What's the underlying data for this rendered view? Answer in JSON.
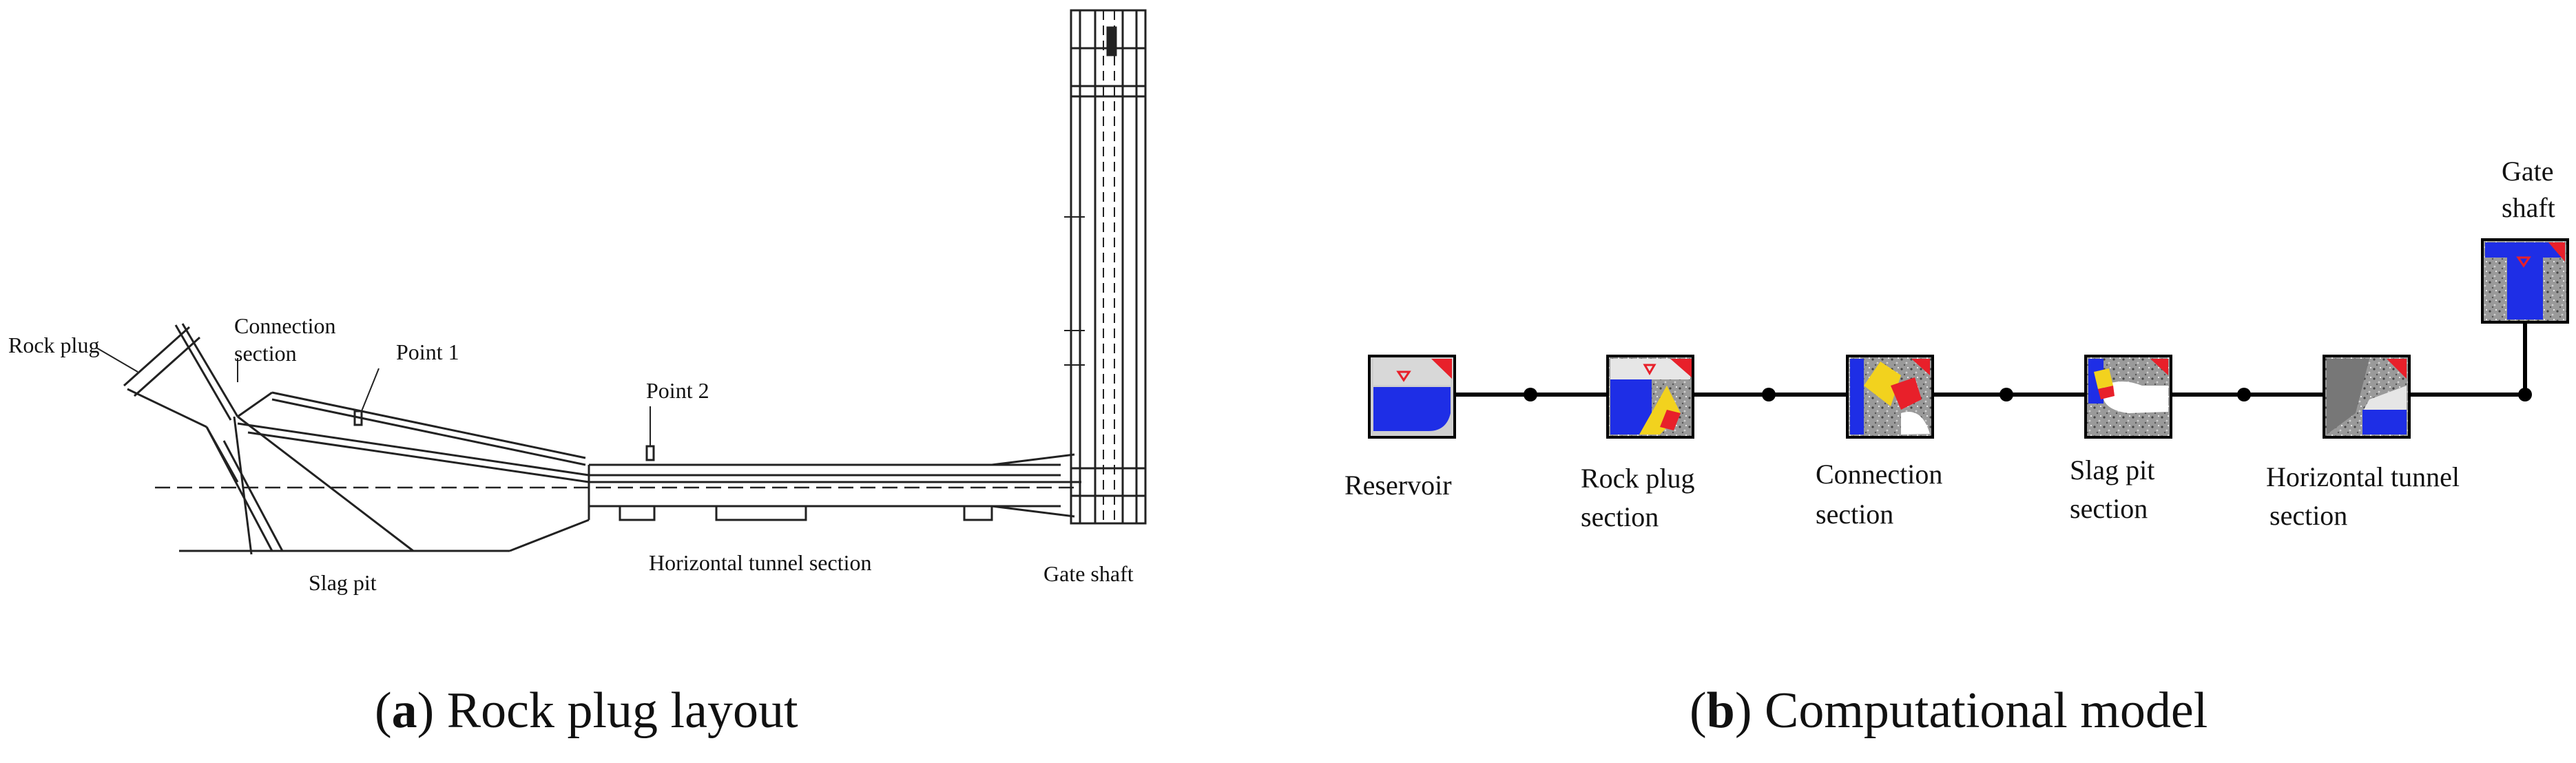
{
  "panel_a": {
    "labels": {
      "rock_plug": "Rock plug",
      "connection_line1": "Connection",
      "connection_line2": "section",
      "point1": "Point 1",
      "point2": "Point 2",
      "slag_pit": "Slag pit",
      "horizontal_tunnel": "Horizontal tunnel section",
      "gate_shaft": "Gate shaft"
    },
    "caption": {
      "letter": "a",
      "text": ") Rock plug layout",
      "open": "("
    }
  },
  "panel_b": {
    "labels": {
      "gate_shaft_line1": "Gate",
      "gate_shaft_line2": "shaft",
      "reservoir": "Reservoir",
      "rock_plug_line1": "Rock plug",
      "rock_plug_line2": "section",
      "connection_line1": "Connection",
      "connection_line2": "section",
      "slag_pit_line1": "Slag pit",
      "slag_pit_line2": "section",
      "horizontal_line1": "Horizontal tunnel",
      "horizontal_line2": "section"
    },
    "caption": {
      "letter": "b",
      "text": ") Computational model",
      "open": "("
    }
  },
  "colors": {
    "water": "#1e2ee6",
    "red": "#e8202a",
    "yellow": "#f2d21e",
    "gray": "#8c8c8c",
    "line": "#000000"
  }
}
